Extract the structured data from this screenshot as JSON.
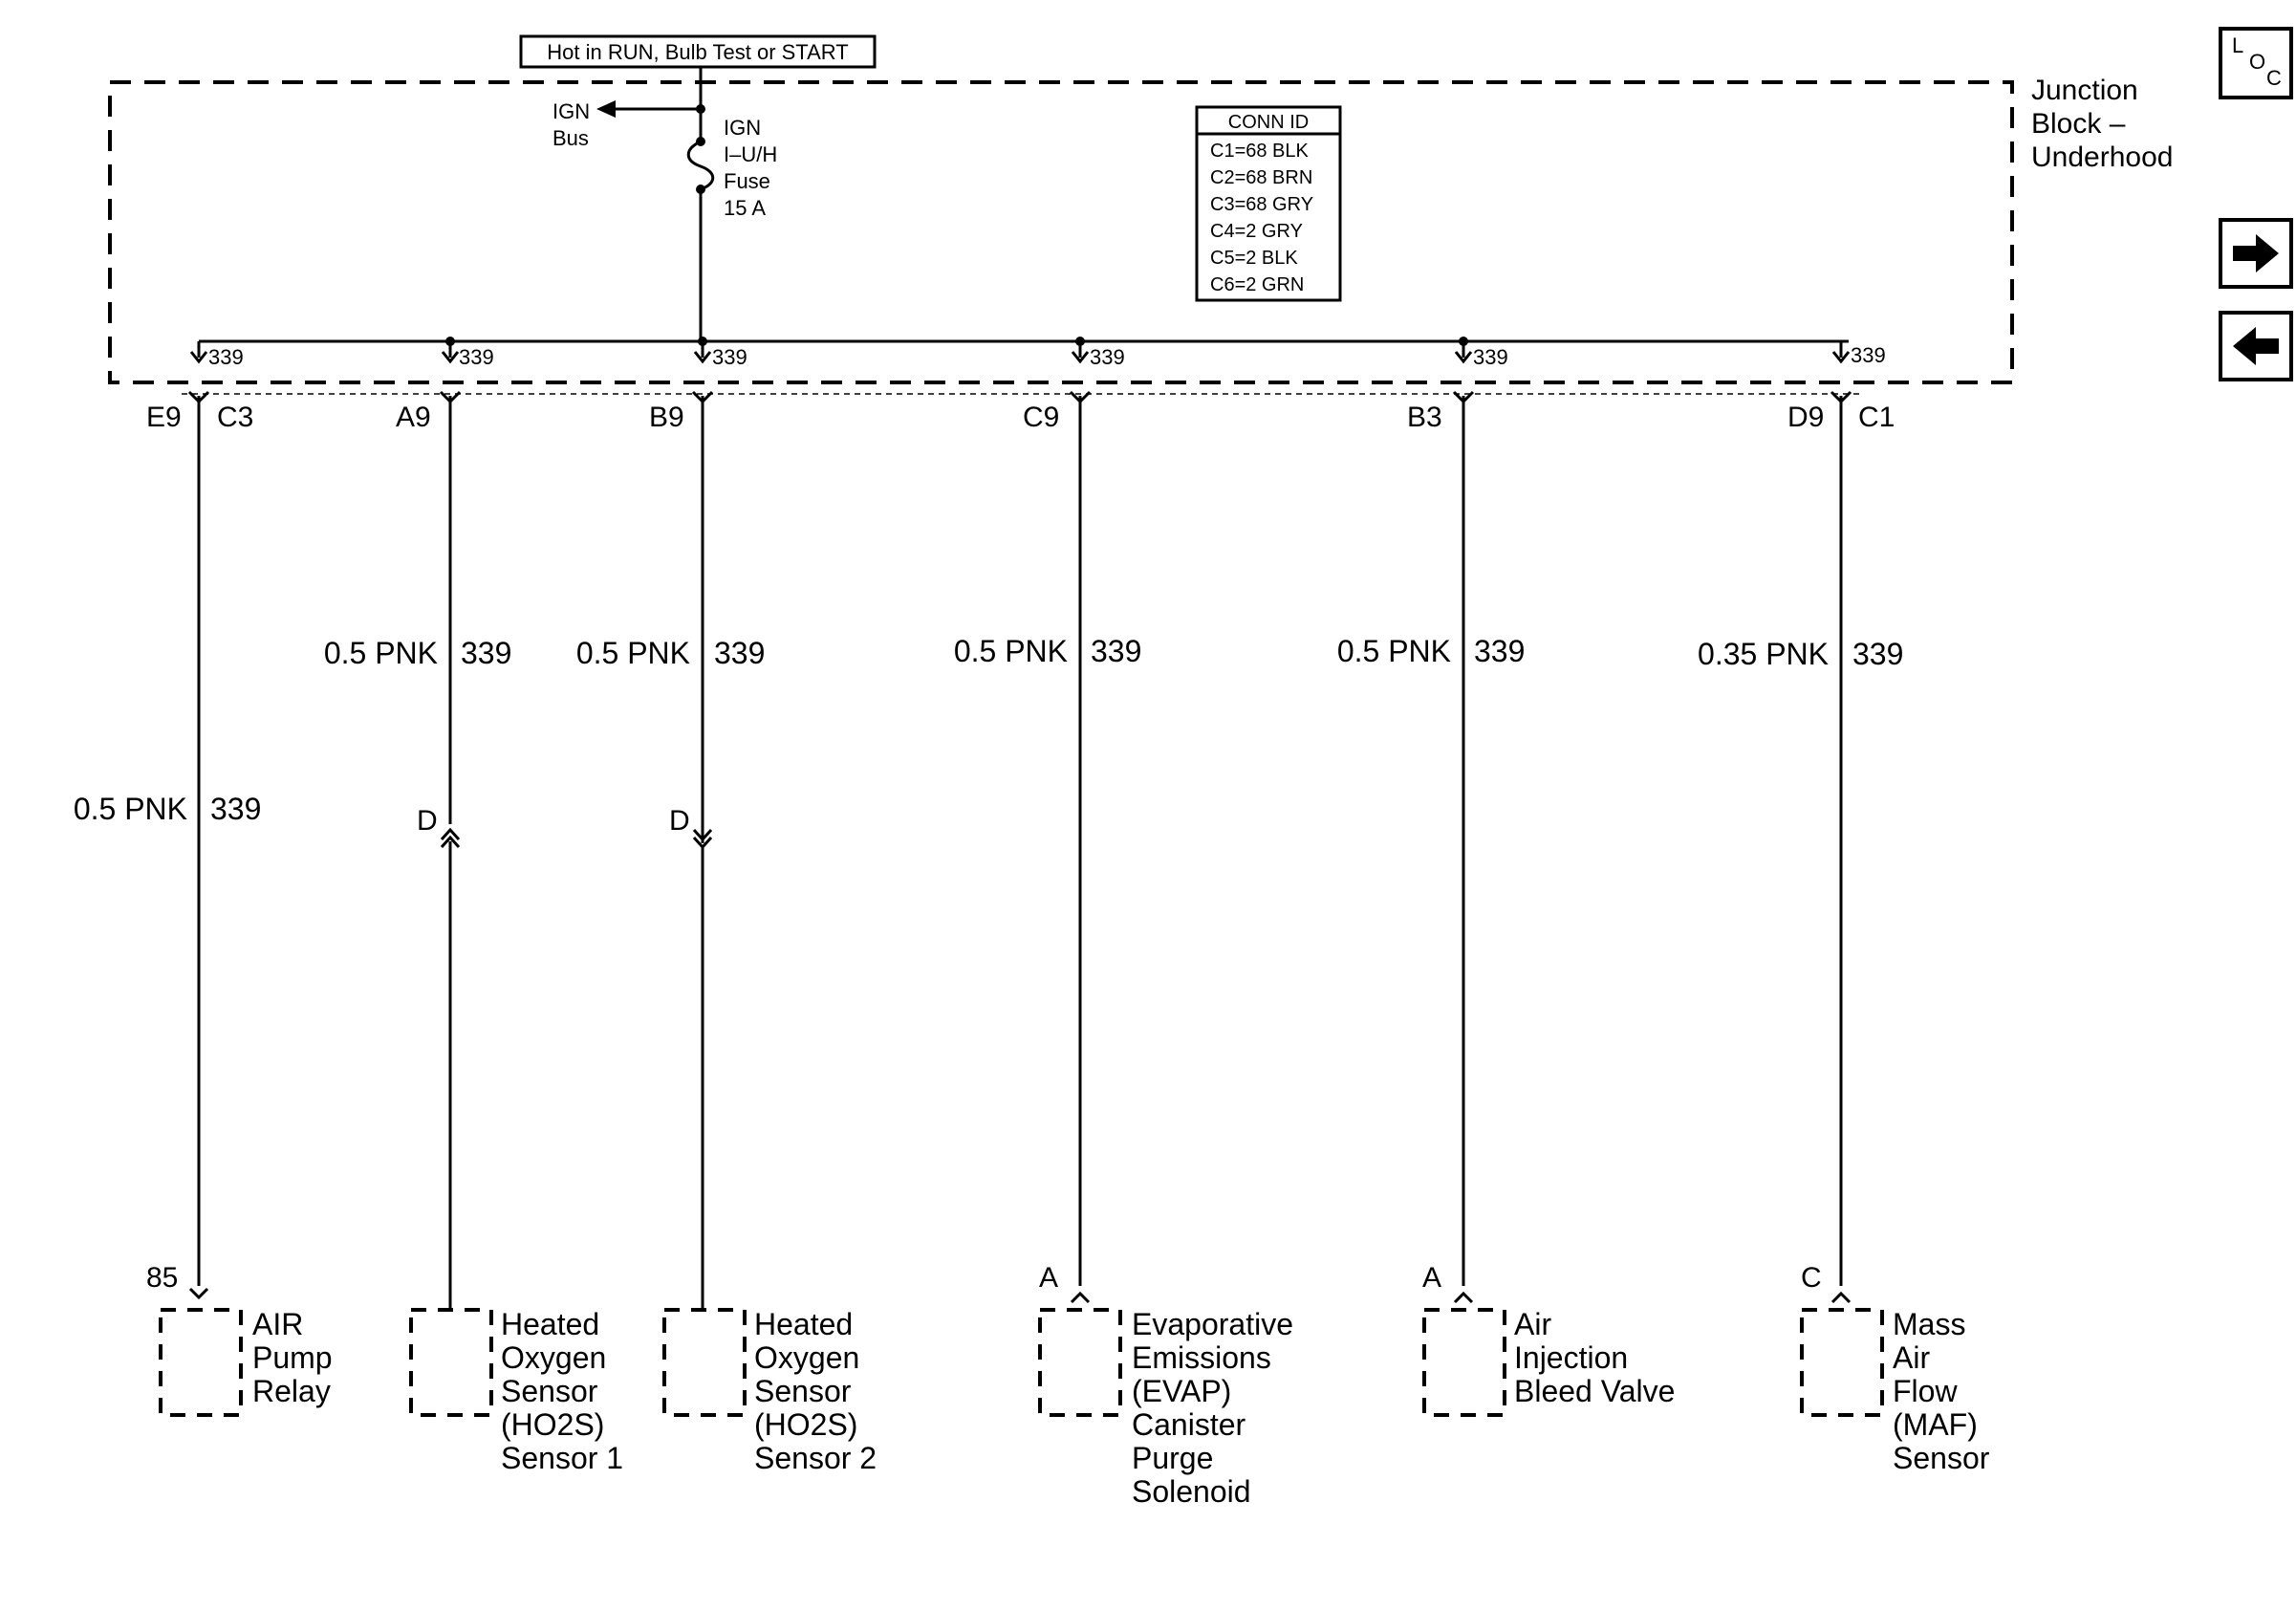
{
  "header": {
    "hot_label": "Hot in RUN, Bulb Test or START"
  },
  "junction_block": {
    "name_line1": "Junction",
    "name_line2": "Block –",
    "name_line3": "Underhood",
    "ign_bus_line1": "IGN",
    "ign_bus_line2": "Bus",
    "fuse_line1": "IGN",
    "fuse_line2": "I–U/H",
    "fuse_line3": "Fuse",
    "fuse_line4": "15 A",
    "conn_id": {
      "title": "CONN ID",
      "rows": [
        "C1=68 BLK",
        "C2=68 BRN",
        "C3=68 GRY",
        "C4=2 GRY",
        "C5=2 BLK",
        "C6=2 GRN"
      ]
    }
  },
  "nav": {
    "loc_l": "L",
    "loc_o": "O",
    "loc_c": "C",
    "loc_icon": "loc-icon",
    "next_icon": "arrow-right-icon",
    "prev_icon": "arrow-left-icon"
  },
  "circuits": [
    {
      "internal_label": "339",
      "pin": "E9",
      "connector": "C3",
      "wire_color": "0.5 PNK",
      "wire_circuit": "339",
      "inline_connector": "",
      "terminal": "85",
      "component": [
        "AIR",
        "Pump",
        "Relay"
      ]
    },
    {
      "internal_label": "339",
      "pin": "A9",
      "connector": "",
      "wire_color": "0.5 PNK",
      "wire_circuit": "339",
      "inline_connector": "D",
      "terminal": "",
      "component": [
        "Heated",
        "Oxygen",
        "Sensor",
        "(HO2S)",
        "Sensor 1"
      ]
    },
    {
      "internal_label": "339",
      "pin": "B9",
      "connector": "",
      "wire_color": "0.5 PNK",
      "wire_circuit": "339",
      "inline_connector": "D",
      "terminal": "",
      "component": [
        "Heated",
        "Oxygen",
        "Sensor",
        "(HO2S)",
        "Sensor 2"
      ]
    },
    {
      "internal_label": "339",
      "pin": "C9",
      "connector": "",
      "wire_color": "0.5 PNK",
      "wire_circuit": "339",
      "inline_connector": "",
      "terminal": "A",
      "component": [
        "Evaporative",
        "Emissions",
        "(EVAP)",
        "Canister",
        "Purge",
        "Solenoid"
      ]
    },
    {
      "internal_label": "339",
      "pin": "B3",
      "connector": "",
      "wire_color": "0.5 PNK",
      "wire_circuit": "339",
      "inline_connector": "",
      "terminal": "A",
      "component": [
        "Air",
        "Injection",
        "Bleed Valve"
      ]
    },
    {
      "internal_label": "339",
      "pin": "D9",
      "connector": "C1",
      "wire_color": "0.35 PNK",
      "wire_circuit": "339",
      "inline_connector": "",
      "terminal": "C",
      "component": [
        "Mass",
        "Air",
        "Flow",
        "(MAF)",
        "Sensor"
      ]
    }
  ]
}
